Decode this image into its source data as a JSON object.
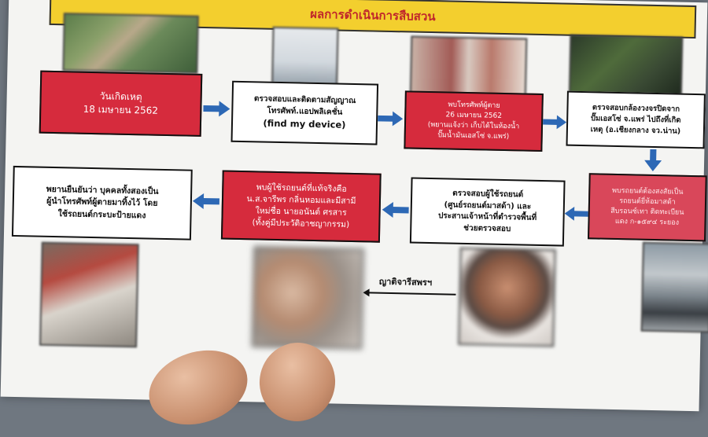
{
  "title": "ผลการดำเนินการสืบสวน",
  "row1": [
    {
      "lines": [
        "วันเกิดเหตุ",
        "18 เมษายน 2562"
      ],
      "style": "red"
    },
    {
      "lines": [
        "ตรวจสอบและติดตามสัญญาณ",
        "โทรศัพท์.แอปพลิเคชั่น",
        "(find my device)"
      ],
      "style": "white"
    },
    {
      "lines": [
        "พบโทรศัพท์ผู้ตาย",
        "26 เมษายน 2562",
        "(พยานแจ้งว่า เก็บได้ในห้องน้ำ",
        "ปั๊มน้ำมันเอสโซ่ จ.แพร่)"
      ],
      "style": "red"
    },
    {
      "lines": [
        "ตรวจสอบกล้องวงจรปิดจาก",
        "ปั๊มเอสโซ่ จ.แพร่ ไปถึงที่เกิด",
        "เหตุ (อ.เชียงกลาง จว.น่าน)"
      ],
      "style": "white"
    }
  ],
  "row2": [
    {
      "lines": [
        "พยานยืนยันว่า บุคคลทั้งสองเป็น",
        "ผู้นำโทรศัพท์ผู้ตายมาทิ้งไว้ โดย",
        "ใช้รถยนต์กระบะป้ายแดง"
      ],
      "style": "white"
    },
    {
      "lines": [
        "พบผู้ใช้รถยนต์ที่แท้จริงคือ",
        "น.ส.จารีพร กลิ่นหอมและมีสามี",
        "ใหม่ชื่อ นายอนันต์ ศรสาร",
        "(ทั้งคู่มีประวัติอาชญากรรม)"
      ],
      "style": "red"
    },
    {
      "lines": [
        "ตรวจสอบผู้ใช้รถยนต์",
        "(ศูนย์รถยนต์มาสด้า) และ",
        "ประสานเจ้าหน้าที่ตำรวจพื้นที่",
        "ช่วยตรวจสอบ"
      ],
      "style": "white"
    },
    {
      "lines": [
        "พบรถยนต์ต้องสงสัยเป็น",
        "รถยนต์ยี่ห้อมาสด้า",
        "สีบรอนซ์เทา ติดทะเบียน",
        "แดง ก-๑๕๙๔ ระยอง"
      ],
      "style": "red"
    }
  ],
  "relation_label": "ญาติจารีสพรฯ",
  "colors": {
    "title_bg": "#f3cf2e",
    "title_text": "#c0262b",
    "red_box": "#d62b3d",
    "arrow": "#2d68b5"
  },
  "icons": [
    "arrow-right-icon",
    "arrow-down-icon",
    "arrow-left-icon"
  ]
}
